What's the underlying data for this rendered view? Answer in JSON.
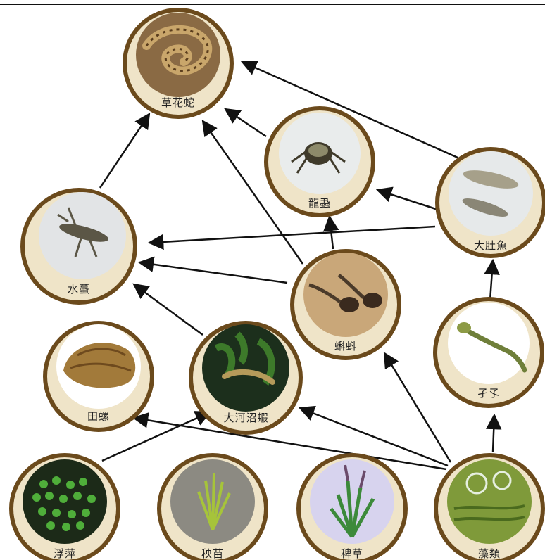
{
  "nodes": [
    {
      "id": "snake",
      "label": "草花蛇",
      "picture": "snake-photo"
    },
    {
      "id": "beetle",
      "label": "龍蝨",
      "picture": "diving-beetle-photo"
    },
    {
      "id": "fish",
      "label": "大肚魚",
      "picture": "mosquitofish-photo"
    },
    {
      "id": "nymph",
      "label": "水蠆",
      "picture": "dragonfly-nymph-photo"
    },
    {
      "id": "tadpole",
      "label": "蝌蚪",
      "picture": "tadpole-photo"
    },
    {
      "id": "larva",
      "label": "孑孓",
      "picture": "mosquito-larva-photo"
    },
    {
      "id": "snail",
      "label": "田螺",
      "picture": "snail-photo"
    },
    {
      "id": "shrimp",
      "label": "大河沼蝦",
      "picture": "shrimp-photo"
    },
    {
      "id": "duckweed",
      "label": "浮萍",
      "picture": "duckweed-photo"
    },
    {
      "id": "seedling",
      "label": "秧苗",
      "picture": "rice-seedling-photo"
    },
    {
      "id": "grass",
      "label": "稗草",
      "picture": "barnyard-grass-photo"
    },
    {
      "id": "algae",
      "label": "藻類",
      "picture": "algae-photo"
    }
  ],
  "edges": [
    {
      "from": "nymph",
      "to": "snake"
    },
    {
      "from": "tadpole",
      "to": "snake"
    },
    {
      "from": "beetle",
      "to": "snake"
    },
    {
      "from": "fish",
      "to": "snake"
    },
    {
      "from": "fish",
      "to": "beetle"
    },
    {
      "from": "fish",
      "to": "nymph"
    },
    {
      "from": "tadpole",
      "to": "beetle"
    },
    {
      "from": "tadpole",
      "to": "nymph"
    },
    {
      "from": "larva",
      "to": "fish"
    },
    {
      "from": "shrimp",
      "to": "nymph"
    },
    {
      "from": "algae",
      "to": "larva"
    },
    {
      "from": "algae",
      "to": "tadpole"
    },
    {
      "from": "algae",
      "to": "shrimp"
    },
    {
      "from": "algae",
      "to": "snail"
    },
    {
      "from": "duckweed",
      "to": "shrimp"
    }
  ],
  "colors": {
    "ring": "#6b4a1c",
    "frame": "#efe4c8",
    "arrow": "#111111"
  }
}
